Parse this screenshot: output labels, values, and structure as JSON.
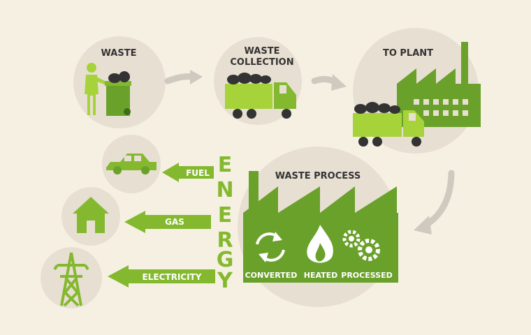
{
  "steps": {
    "waste": "WASTE",
    "collection_line1": "WASTE",
    "collection_line2": "COLLECTION",
    "to_plant": "TO PLANT",
    "process": "WASTE PROCESS"
  },
  "process_items": {
    "converted": "CONVERTED",
    "heated": "HEATED",
    "processed": "PROCESSED"
  },
  "energy_letters": [
    "E",
    "N",
    "E",
    "R",
    "G",
    "Y"
  ],
  "outputs": {
    "fuel": "FUEL",
    "gas": "GAS",
    "electricity": "ELECTRICITY"
  },
  "colors": {
    "background": "#f6f0e2",
    "circle": "#e8dfd3",
    "green_dark": "#6aa12a",
    "green_mid": "#84b92f",
    "green_light": "#a6d33a",
    "grey_arrow": "#cfc9bf",
    "dark": "#333333"
  }
}
